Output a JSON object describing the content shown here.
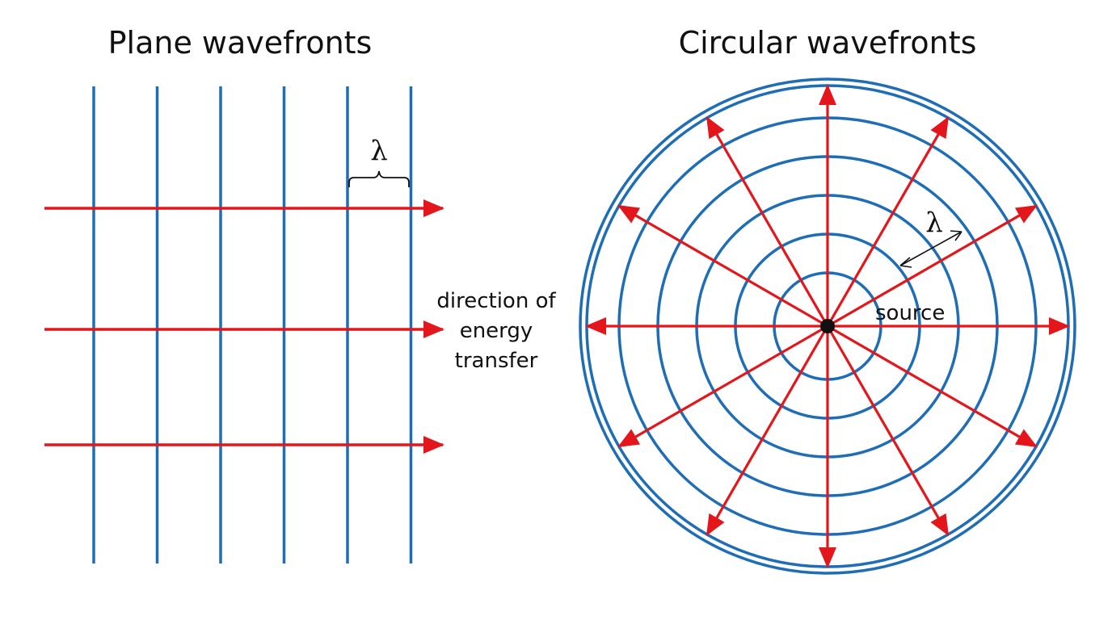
{
  "colors": {
    "wavefront": "#1f6db5",
    "ray": "#e3161b",
    "ink": "#111111",
    "background": "#ffffff"
  },
  "plane": {
    "title": "Plane wavefronts",
    "wavelength_symbol": "λ",
    "wavefront_count": 6,
    "ray_count": 3,
    "direction_label_lines": [
      "direction of",
      "energy",
      "transfer"
    ]
  },
  "circular": {
    "title": "Circular wavefronts",
    "wavelength_symbol": "λ",
    "source_label": "source",
    "wavefront_count": 7,
    "ray_count": 12
  }
}
